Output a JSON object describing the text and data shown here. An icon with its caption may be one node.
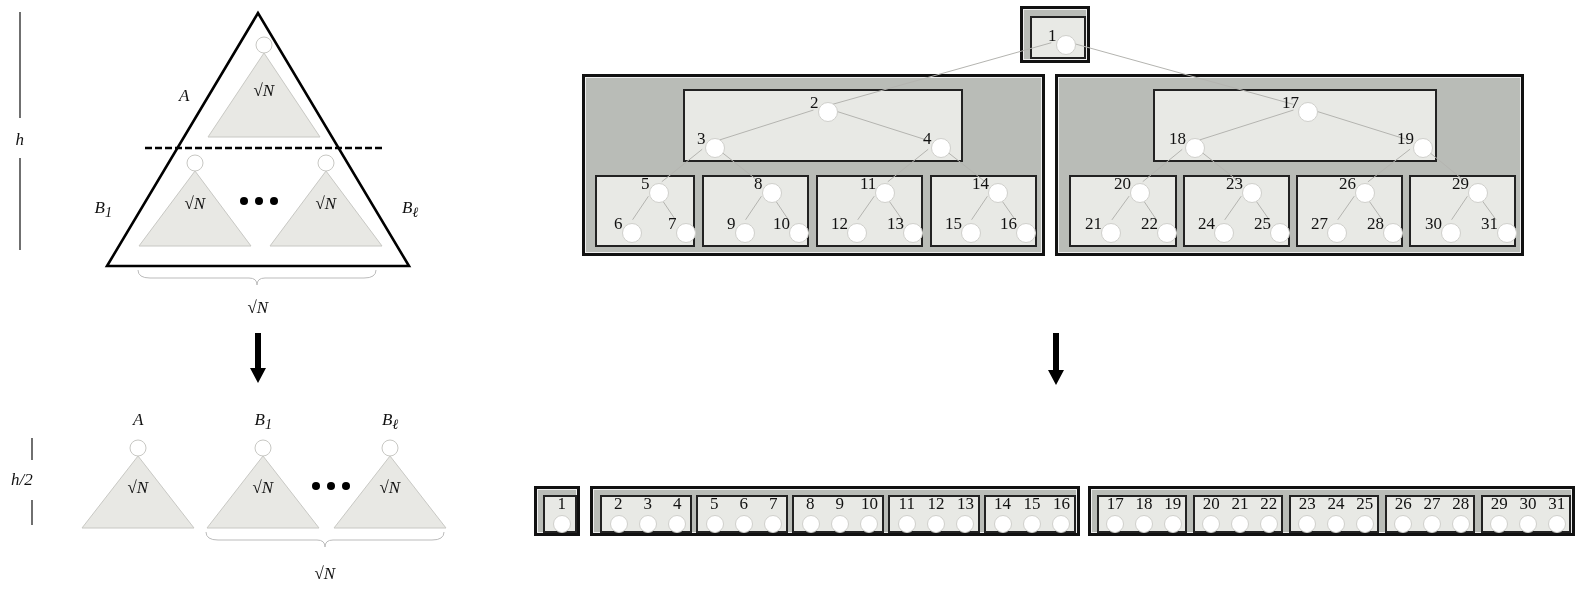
{
  "diagram": {
    "nodes": [
      {
        "text": [],
        "shape": "triangle"
      },
      {
        "text": [
          "√*N*"
        ],
        "beside": [
          "A"
        ],
        "in": 0
      },
      {
        "text": [
          "√*N*"
        ],
        "beside": [
          "*B*$_{1}$"
        ],
        "in": 0
      },
      {
        "text": [
          "√*N*"
        ],
        "beside": [
          "*B*$_{ℓ}$"
        ],
        "in": 0
      },
      {
        "text": [
          "√*N*"
        ],
        "beside": [
          "A"
        ]
      },
      {
        "text": [
          "√*N*"
        ],
        "beside": [
          "*B*$_{1}$"
        ]
      },
      {
        "text": [
          "√*N*"
        ],
        "beside": [
          "*B*$_{ℓ}$"
        ]
      },
      {
        "text": [],
        "shape": "box"
      },
      {
        "text": [],
        "shape": "box",
        "in": 7
      },
      {
        "text": [],
        "shape": "circle",
        "beside": [
          "1"
        ],
        "in": 8
      },
      {
        "text": [],
        "shape": "box"
      },
      {
        "text": [],
        "shape": "box",
        "in": 10
      },
      {
        "text": [],
        "shape": "circle",
        "beside": [
          "2"
        ],
        "in": 11
      },
      {
        "text": [],
        "shape": "circle",
        "beside": [
          "3"
        ],
        "in": 11
      },
      {
        "text": [],
        "shape": "circle",
        "beside": [
          "4"
        ],
        "in": 11
      },
      {
        "text": [],
        "shape": "box",
        "in": 10
      },
      {
        "text": [],
        "shape": "circle",
        "beside": [
          "5"
        ],
        "in": 15
      },
      {
        "text": [],
        "shape": "circle",
        "beside": [
          "6"
        ],
        "in": 15
      },
      {
        "text": [],
        "shape": "circle",
        "beside": [
          "7"
        ],
        "in": 15
      },
      {
        "text": [],
        "shape": "box",
        "in": 10
      },
      {
        "text": [],
        "shape": "circle",
        "beside": [
          "8"
        ],
        "in": 19
      },
      {
        "text": [],
        "shape": "circle",
        "beside": [
          "9"
        ],
        "in": 19
      },
      {
        "text": [],
        "shape": "circle",
        "beside": [
          "10"
        ],
        "in": 19
      },
      {
        "text": [],
        "shape": "box",
        "in": 10
      },
      {
        "text": [],
        "shape": "circle",
        "beside": [
          "11"
        ],
        "in": 23
      },
      {
        "text": [],
        "shape": "circle",
        "beside": [
          "12"
        ],
        "in": 23
      },
      {
        "text": [],
        "shape": "circle",
        "beside": [
          "13"
        ],
        "in": 23
      },
      {
        "text": [],
        "shape": "box",
        "in": 10
      },
      {
        "text": [],
        "shape": "circle",
        "beside": [
          "14"
        ],
        "in": 27
      },
      {
        "text": [],
        "shape": "circle",
        "beside": [
          "15"
        ],
        "in": 27
      },
      {
        "text": [],
        "shape": "circle",
        "beside": [
          "16"
        ],
        "in": 27
      },
      {
        "text": [],
        "shape": "box"
      },
      {
        "text": [],
        "shape": "box",
        "in": 31
      },
      {
        "text": [],
        "shape": "circle",
        "beside": [
          "17"
        ],
        "in": 32
      },
      {
        "text": [],
        "shape": "circle",
        "beside": [
          "18"
        ],
        "in": 32
      },
      {
        "text": [],
        "shape": "circle",
        "beside": [
          "19"
        ],
        "in": 32
      },
      {
        "text": [],
        "shape": "box",
        "in": 31
      },
      {
        "text": [],
        "shape": "circle",
        "beside": [
          "20"
        ],
        "in": 36
      },
      {
        "text": [],
        "shape": "circle",
        "beside": [
          "21"
        ],
        "in": 36
      },
      {
        "text": [],
        "shape": "circle",
        "beside": [
          "22"
        ],
        "in": 36
      },
      {
        "text": [],
        "shape": "box",
        "in": 31
      },
      {
        "text": [],
        "shape": "circle",
        "beside": [
          "23"
        ],
        "in": 40
      },
      {
        "text": [],
        "shape": "circle",
        "beside": [
          "24"
        ],
        "in": 40
      },
      {
        "text": [],
        "shape": "circle",
        "beside": [
          "25"
        ],
        "in": 40
      },
      {
        "text": [],
        "shape": "box",
        "in": 31
      },
      {
        "text": [],
        "shape": "circle",
        "beside": [
          "26"
        ],
        "in": 44
      },
      {
        "text": [],
        "shape": "circle",
        "beside": [
          "27"
        ],
        "in": 44
      },
      {
        "text": [],
        "shape": "circle",
        "beside": [
          "28"
        ],
        "in": 44
      },
      {
        "text": [],
        "shape": "box",
        "in": 31
      },
      {
        "text": [],
        "shape": "circle",
        "beside": [
          "29"
        ],
        "in": 48
      },
      {
        "text": [],
        "shape": "circle",
        "beside": [
          "30"
        ],
        "in": 48
      },
      {
        "text": [],
        "shape": "circle",
        "beside": [
          "31"
        ],
        "in": 48
      },
      {
        "text": [],
        "shape": "box"
      },
      {
        "text": [],
        "shape": "box",
        "in": 52
      },
      {
        "text": [],
        "shape": "circle",
        "beside": [
          "1"
        ],
        "in": 53
      },
      {
        "text": [],
        "shape": "box"
      },
      {
        "text": [],
        "shape": "box",
        "in": 55
      },
      {
        "text": [],
        "shape": "circle",
        "beside": [
          "2"
        ],
        "in": 56
      },
      {
        "text": [],
        "shape": "circle",
        "beside": [
          "3"
        ],
        "in": 56
      },
      {
        "text": [],
        "shape": "circle",
        "beside": [
          "4"
        ],
        "in": 56
      },
      {
        "text": [],
        "shape": "box",
        "in": 55
      },
      {
        "text": [],
        "shape": "circle",
        "beside": [
          "5"
        ],
        "in": 60
      },
      {
        "text": [],
        "shape": "circle",
        "beside": [
          "6"
        ],
        "in": 60
      },
      {
        "text": [],
        "shape": "circle",
        "beside": [
          "7"
        ],
        "in": 60
      },
      {
        "text": [],
        "shape": "box",
        "in": 55
      },
      {
        "text": [],
        "shape": "circle",
        "beside": [
          "8"
        ],
        "in": 64
      },
      {
        "text": [],
        "shape": "circle",
        "beside": [
          "9"
        ],
        "in": 64
      },
      {
        "text": [],
        "shape": "circle",
        "beside": [
          "10"
        ],
        "in": 64
      },
      {
        "text": [],
        "shape": "box",
        "in": 55
      },
      {
        "text": [],
        "shape": "circle",
        "beside": [
          "11"
        ],
        "in": 68
      },
      {
        "text": [],
        "shape": "circle",
        "beside": [
          "12"
        ],
        "in": 68
      },
      {
        "text": [],
        "shape": "circle",
        "beside": [
          "13"
        ],
        "in": 68
      },
      {
        "text": [],
        "shape": "box",
        "in": 55
      },
      {
        "text": [],
        "shape": "circle",
        "beside": [
          "14"
        ],
        "in": 72
      },
      {
        "text": [],
        "shape": "circle",
        "beside": [
          "15"
        ],
        "in": 72
      },
      {
        "text": [],
        "shape": "circle",
        "beside": [
          "16"
        ],
        "in": 72
      },
      {
        "text": [],
        "shape": "box"
      },
      {
        "text": [],
        "shape": "box",
        "in": 76
      },
      {
        "text": [],
        "shape": "circle",
        "beside": [
          "17"
        ],
        "in": 77
      },
      {
        "text": [],
        "shape": "circle",
        "beside": [
          "18"
        ],
        "in": 77
      },
      {
        "text": [],
        "shape": "circle",
        "beside": [
          "19"
        ],
        "in": 77
      },
      {
        "text": [],
        "shape": "box",
        "in": 76
      },
      {
        "text": [],
        "shape": "circle",
        "beside": [
          "20"
        ],
        "in": 81
      },
      {
        "text": [],
        "shape": "circle",
        "beside": [
          "21"
        ],
        "in": 81
      },
      {
        "text": [],
        "shape": "circle",
        "beside": [
          "22"
        ],
        "in": 81
      },
      {
        "text": [],
        "shape": "box",
        "in": 76
      },
      {
        "text": [],
        "shape": "circle",
        "beside": [
          "23"
        ],
        "in": 85
      },
      {
        "text": [],
        "shape": "circle",
        "beside": [
          "24"
        ],
        "in": 85
      },
      {
        "text": [],
        "shape": "circle",
        "beside": [
          "25"
        ],
        "in": 85
      },
      {
        "text": [],
        "shape": "box",
        "in": 76
      },
      {
        "text": [],
        "shape": "circle",
        "beside": [
          "26"
        ],
        "in": 89
      },
      {
        "text": [],
        "shape": "circle",
        "beside": [
          "27"
        ],
        "in": 89
      },
      {
        "text": [],
        "shape": "circle",
        "beside": [
          "28"
        ],
        "in": 89
      },
      {
        "text": [],
        "shape": "box",
        "in": 76
      },
      {
        "text": [],
        "shape": "circle",
        "beside": [
          "29"
        ],
        "in": 93
      },
      {
        "text": [],
        "shape": "circle",
        "beside": [
          "30"
        ],
        "in": 93
      },
      {
        "text": [],
        "shape": "circle",
        "beside": [
          "31"
        ],
        "in": 93
      }
    ],
    "edges": [
      {
        "from": 9,
        "to": 12,
        "arrow": "none"
      },
      {
        "from": 9,
        "to": 33,
        "arrow": "none"
      },
      {
        "from": 12,
        "to": 13,
        "arrow": "none"
      },
      {
        "from": 12,
        "to": 14,
        "arrow": "none"
      },
      {
        "from": 13,
        "to": 16,
        "arrow": "none"
      },
      {
        "from": 13,
        "to": 20,
        "arrow": "none"
      },
      {
        "from": 14,
        "to": 24,
        "arrow": "none"
      },
      {
        "from": 14,
        "to": 28,
        "arrow": "none"
      },
      {
        "from": 16,
        "to": 17,
        "arrow": "none"
      },
      {
        "from": 16,
        "to": 18,
        "arrow": "none"
      },
      {
        "from": 20,
        "to": 21,
        "arrow": "none"
      },
      {
        "from": 20,
        "to": 22,
        "arrow": "none"
      },
      {
        "from": 24,
        "to": 25,
        "arrow": "none"
      },
      {
        "from": 24,
        "to": 26,
        "arrow": "none"
      },
      {
        "from": 28,
        "to": 29,
        "arrow": "none"
      },
      {
        "from": 28,
        "to": 30,
        "arrow": "none"
      },
      {
        "from": 33,
        "to": 34,
        "arrow": "none"
      },
      {
        "from": 33,
        "to": 35,
        "arrow": "none"
      },
      {
        "from": 34,
        "to": 37,
        "arrow": "none"
      },
      {
        "from": 34,
        "to": 41,
        "arrow": "none"
      },
      {
        "from": 35,
        "to": 45,
        "arrow": "none"
      },
      {
        "from": 35,
        "to": 49,
        "arrow": "none"
      },
      {
        "from": 37,
        "to": 38,
        "arrow": "none"
      },
      {
        "from": 37,
        "to": 39,
        "arrow": "none"
      },
      {
        "from": 41,
        "to": 42,
        "arrow": "none"
      },
      {
        "from": 41,
        "to": 43,
        "arrow": "none"
      },
      {
        "from": 45,
        "to": 46,
        "arrow": "none"
      },
      {
        "from": 45,
        "to": 47,
        "arrow": "none"
      },
      {
        "from": 49,
        "to": 50,
        "arrow": "none"
      },
      {
        "from": 49,
        "to": 51,
        "arrow": "none"
      }
    ],
    "labels": [
      "h",
      "√*N*",
      "h/2",
      "√*N*"
    ]
  }
}
